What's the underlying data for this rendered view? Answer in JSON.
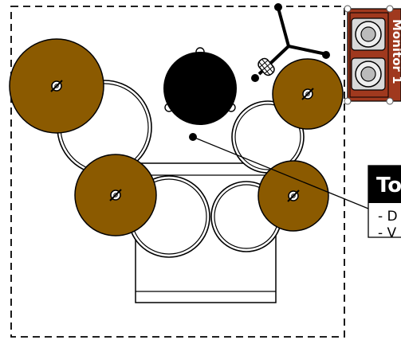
{
  "colors": {
    "cymbal": "#8B5A00",
    "monitor": "#A0391E",
    "ink": "#000000",
    "paper": "#ffffff"
  },
  "monitor": {
    "label": "Monitor 1"
  },
  "callout": {
    "title": "To",
    "lines": [
      "- D",
      "- V"
    ]
  },
  "elements": {
    "cymbals": [
      "crash-left",
      "ride-left",
      "hihat",
      "ride-right"
    ],
    "drums": [
      "rack-tom-left",
      "floor-tom",
      "kick-drum",
      "rack-tom-mid",
      "rack-tom-right",
      "floor-tom-right"
    ],
    "icons": [
      "microphone-stand-icon",
      "throne-icon",
      "speaker-cone-icon"
    ]
  }
}
